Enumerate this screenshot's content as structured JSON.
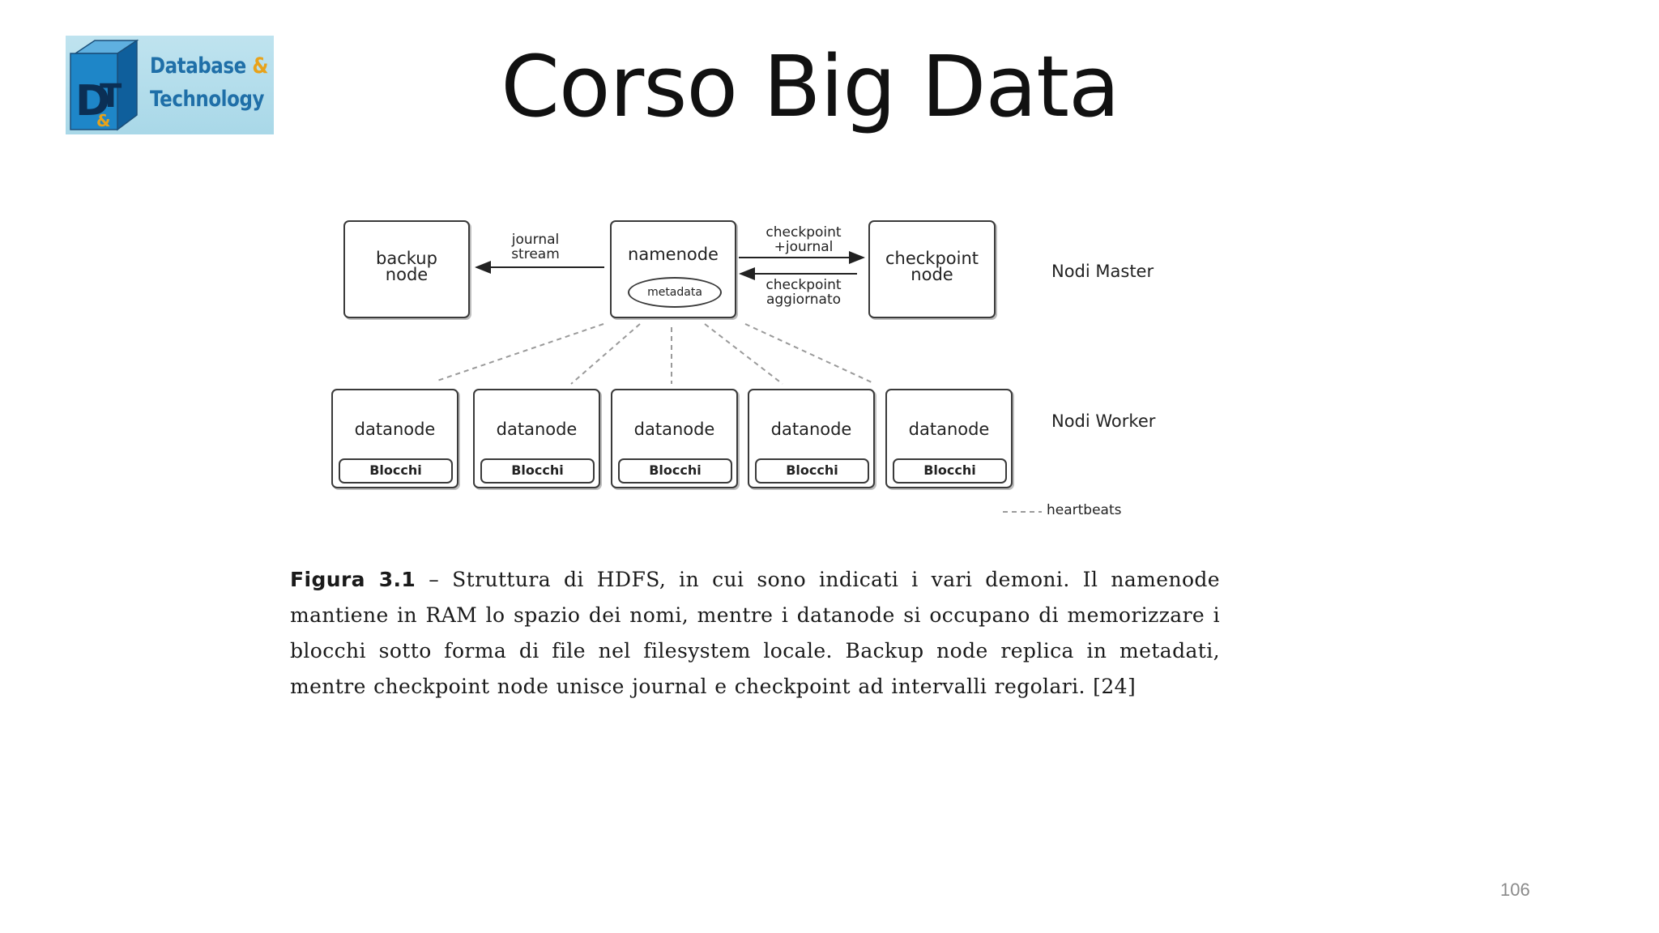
{
  "slide": {
    "title": "Corso Big Data",
    "page_number": "106"
  },
  "logo": {
    "line1": "Database",
    "line1_amp": "&",
    "line2": "Technology",
    "cube_letters": "D&T"
  },
  "diagram": {
    "nodes": {
      "backup": "backup\nnode",
      "namenode": "namenode",
      "metadata": "metadata",
      "checkpoint": "checkpoint\nnode"
    },
    "edges": {
      "journal_stream": "journal\nstream",
      "checkpoint_journal": "checkpoint\n+journal",
      "checkpoint_updated": "checkpoint\naggiornato"
    },
    "datanodes": [
      {
        "label": "datanode",
        "block": "Blocchi"
      },
      {
        "label": "datanode",
        "block": "Blocchi"
      },
      {
        "label": "datanode",
        "block": "Blocchi"
      },
      {
        "label": "datanode",
        "block": "Blocchi"
      },
      {
        "label": "datanode",
        "block": "Blocchi"
      }
    ],
    "groups": {
      "master": "Nodi Master",
      "worker": "Nodi Worker"
    },
    "legend": {
      "heartbeats": "heartbeats"
    }
  },
  "caption": {
    "prefix": "Figura 3.1",
    "text": "– Struttura di HDFS, in cui sono indicati i vari demoni. Il namenode mantiene in RAM lo spazio dei nomi, mentre i datanode si occupano di memorizzare i blocchi sotto forma di file nel filesystem locale. Backup node replica in metadati, mentre checkpoint node unisce journal e checkpoint ad intervalli regolari. [24]"
  },
  "colors": {
    "logo_text": "#1f6fa8",
    "logo_amp": "#e8a21a",
    "logo_bg": "#bfe3ef",
    "box_border": "#3a3a3a",
    "page_number": "#8a8a8a"
  }
}
